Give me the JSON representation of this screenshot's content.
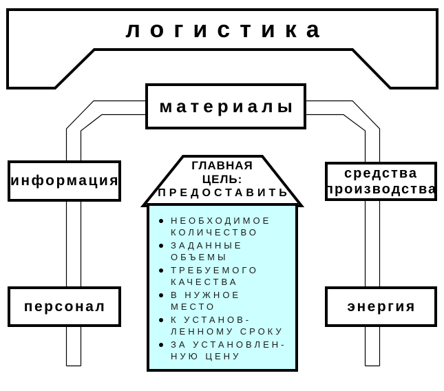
{
  "banner": {
    "title": "логистика"
  },
  "nodes": {
    "materials": {
      "label": "материалы"
    },
    "information": {
      "label": "информация"
    },
    "personnel": {
      "label": "персонал"
    },
    "means_of_production": {
      "line1": "средства",
      "line2": "производства"
    },
    "energy": {
      "label": "энергия"
    }
  },
  "goal": {
    "header_line1": "ГЛАВНАЯ",
    "header_line2": "ЦЕЛЬ:",
    "header_line3": "ПРЕДОСТАВИТЬ",
    "items": [
      {
        "line1": "НЕОБХОДИМОЕ",
        "line2": "КОЛИЧЕСТВО"
      },
      {
        "line1": "ЗАДАННЫЕ",
        "line2": "ОБЪЕМЫ"
      },
      {
        "line1": "ТРЕБУЕМОГО",
        "line2": "КАЧЕСТВА"
      },
      {
        "line1": "В НУЖНОЕ",
        "line2": "МЕСТО"
      },
      {
        "line1": "К УСТАНОВ-",
        "line2": "ЛЕННОМУ СРОКУ"
      },
      {
        "line1": "ЗА УСТАНОВЛЕН-",
        "line2": "НУЮ ЦЕНУ"
      }
    ]
  },
  "colors": {
    "goal_fill": "#CCFFFF",
    "line": "#000000",
    "background": "#FFFFFF"
  }
}
